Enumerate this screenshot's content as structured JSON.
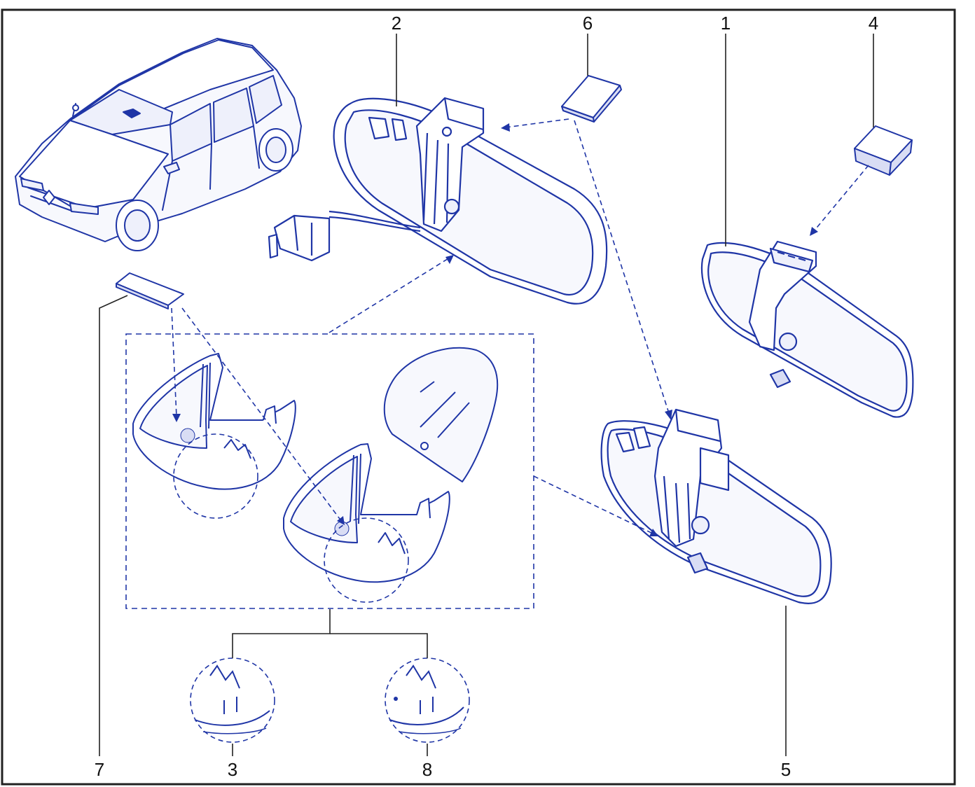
{
  "diagram": {
    "colors": {
      "line": "#1f35a6",
      "fill_light": "#eef0fb",
      "fill_mid": "#d9ddf4",
      "leader": "#222222",
      "border": "#222222",
      "background": "#ffffff"
    },
    "callouts": [
      {
        "id": "1",
        "label": "1"
      },
      {
        "id": "2",
        "label": "2"
      },
      {
        "id": "3",
        "label": "3"
      },
      {
        "id": "4",
        "label": "4"
      },
      {
        "id": "5",
        "label": "5"
      },
      {
        "id": "6",
        "label": "6"
      },
      {
        "id": "7",
        "label": "7"
      },
      {
        "id": "8",
        "label": "8"
      }
    ]
  }
}
